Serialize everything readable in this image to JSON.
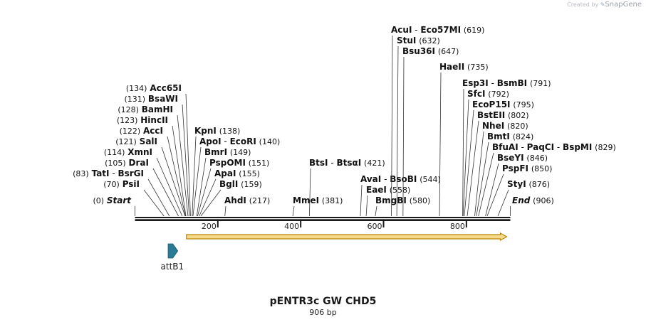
{
  "credit": {
    "prefix": "Created by",
    "brand": "SnapGene",
    "logo_icon": "snapgene-logo-icon"
  },
  "map": {
    "name": "pENTR3c GW CHD5",
    "length_label": "906 bp",
    "length": 906,
    "ticks": [
      {
        "pos": 200,
        "label": "200"
      },
      {
        "pos": 400,
        "label": "400"
      },
      {
        "pos": 600,
        "label": "600"
      },
      {
        "pos": 800,
        "label": "800"
      }
    ],
    "colors": {
      "backbone": "#1a1a1a",
      "arrow_fill": "#f7d98b",
      "arrow_edge": "#b8860b",
      "feature": "#2b7a93",
      "line": "#333333"
    }
  },
  "features": [
    {
      "name": "attB1",
      "start": 80,
      "end": 100,
      "type": "arrow"
    }
  ],
  "orf": {
    "start": 150,
    "end": 906
  },
  "sites": [
    {
      "names": [
        "Start"
      ],
      "pos": 0,
      "label": "(0)",
      "italic": true
    },
    {
      "names": [
        "PsiI"
      ],
      "pos": 70,
      "label": "(70)"
    },
    {
      "names": [
        "TatI",
        "BsrGI"
      ],
      "pos": 83,
      "label": "(83)"
    },
    {
      "names": [
        "DraI"
      ],
      "pos": 105,
      "label": "(105)"
    },
    {
      "names": [
        "XmnI"
      ],
      "pos": 114,
      "label": "(114)"
    },
    {
      "names": [
        "SalI"
      ],
      "pos": 121,
      "label": "(121)"
    },
    {
      "names": [
        "AccI"
      ],
      "pos": 122,
      "label": "(122)"
    },
    {
      "names": [
        "HincII"
      ],
      "pos": 123,
      "label": "(123)"
    },
    {
      "names": [
        "BamHI"
      ],
      "pos": 128,
      "label": "(128)"
    },
    {
      "names": [
        "BsaWI"
      ],
      "pos": 131,
      "label": "(131)"
    },
    {
      "names": [
        "Acc65I"
      ],
      "pos": 134,
      "label": "(134)"
    },
    {
      "names": [
        "KpnI"
      ],
      "pos": 138,
      "label": "(138)"
    },
    {
      "names": [
        "ApoI",
        "EcoRI"
      ],
      "pos": 140,
      "label": "(140)"
    },
    {
      "names": [
        "BmrI"
      ],
      "pos": 149,
      "label": "(149)"
    },
    {
      "names": [
        "PspOMI"
      ],
      "pos": 151,
      "label": "(151)"
    },
    {
      "names": [
        "ApaI"
      ],
      "pos": 155,
      "label": "(155)"
    },
    {
      "names": [
        "BglI"
      ],
      "pos": 159,
      "label": "(159)"
    },
    {
      "names": [
        "AhdI"
      ],
      "pos": 217,
      "label": "(217)"
    },
    {
      "names": [
        "MmeI"
      ],
      "pos": 381,
      "label": "(381)"
    },
    {
      "names": [
        "BtsI",
        "BtsαI"
      ],
      "pos": 421,
      "label": "(421)"
    },
    {
      "names": [
        "AvaI",
        "BsoBI"
      ],
      "pos": 544,
      "label": "(544)"
    },
    {
      "names": [
        "EaeI"
      ],
      "pos": 558,
      "label": "(558)"
    },
    {
      "names": [
        "BmgBI"
      ],
      "pos": 580,
      "label": "(580)"
    },
    {
      "names": [
        "AcuI",
        "Eco57MI"
      ],
      "pos": 619,
      "label": "(619)"
    },
    {
      "names": [
        "StuI"
      ],
      "pos": 632,
      "label": "(632)"
    },
    {
      "names": [
        "Bsu36I"
      ],
      "pos": 647,
      "label": "(647)"
    },
    {
      "names": [
        "HaeII"
      ],
      "pos": 735,
      "label": "(735)"
    },
    {
      "names": [
        "Esp3I",
        "BsmBI"
      ],
      "pos": 791,
      "label": "(791)"
    },
    {
      "names": [
        "SfcI"
      ],
      "pos": 792,
      "label": "(792)"
    },
    {
      "names": [
        "EcoP15I"
      ],
      "pos": 795,
      "label": "(795)"
    },
    {
      "names": [
        "BstEII"
      ],
      "pos": 802,
      "label": "(802)"
    },
    {
      "names": [
        "NheI"
      ],
      "pos": 820,
      "label": "(820)"
    },
    {
      "names": [
        "BmtI"
      ],
      "pos": 824,
      "label": "(824)"
    },
    {
      "names": [
        "BfuAI",
        "PaqCI",
        "BspMI"
      ],
      "pos": 829,
      "label": "(829)"
    },
    {
      "names": [
        "BseYI"
      ],
      "pos": 846,
      "label": "(846)"
    },
    {
      "names": [
        "PspFI"
      ],
      "pos": 850,
      "label": "(850)"
    },
    {
      "names": [
        "StyI"
      ],
      "pos": 876,
      "label": "(876)"
    },
    {
      "names": [
        "End"
      ],
      "pos": 906,
      "label": "(906)",
      "italic": true
    }
  ]
}
